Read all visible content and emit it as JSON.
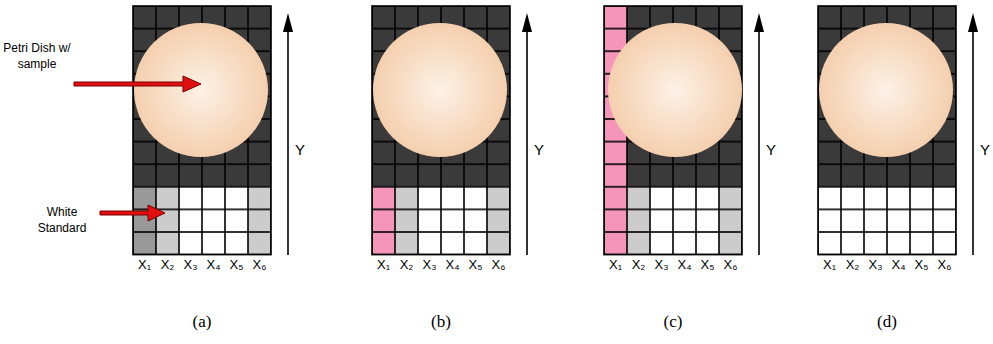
{
  "diagram": {
    "labels": [
      "Petri Dish w/ sample",
      "White Standard",
      "X₁",
      "X₂",
      "X₃",
      "X₄",
      "X₅",
      "X₆",
      "Y",
      "(a)",
      "X₁",
      "X₂",
      "X₃",
      "X₄",
      "X₅",
      "X₆",
      "Y",
      "(b)",
      "X₁",
      "X₂",
      "X₃",
      "X₄",
      "X₅",
      "X₆",
      "Y",
      "(c)",
      "X₁",
      "X₂",
      "X₃",
      "X₄",
      "X₅",
      "X₆",
      "Y",
      "(d)"
    ]
  }
}
